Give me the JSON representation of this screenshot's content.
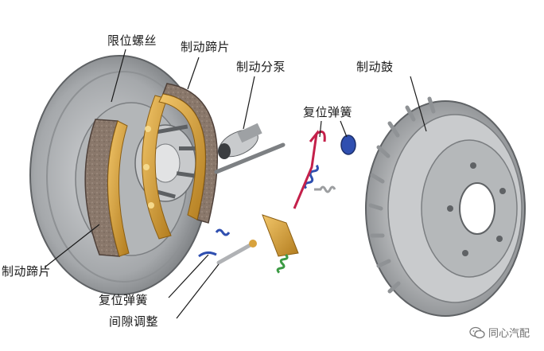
{
  "labels": {
    "limit_screw": "限位螺丝",
    "brake_shoe_top": "制动蹄片",
    "wheel_cylinder": "制动分泵",
    "brake_drum": "制动鼓",
    "return_spring_top": "复位弹簧",
    "brake_shoe_bottom": "制动蹄片",
    "return_spring_bottom": "复位弹簧",
    "clearance_adjust": "间隙调整"
  },
  "watermark": {
    "text": "同心汽配",
    "icon": "wechat-icon"
  },
  "colors": {
    "metal": "#a9acae",
    "metal_dark": "#6c6f72",
    "shoe_gold": "#d8a23c",
    "lining": "#8d7b6f",
    "spring_blue": "#2f4fb0",
    "spring_red": "#c4204a",
    "spring_green": "#3b9a43"
  }
}
